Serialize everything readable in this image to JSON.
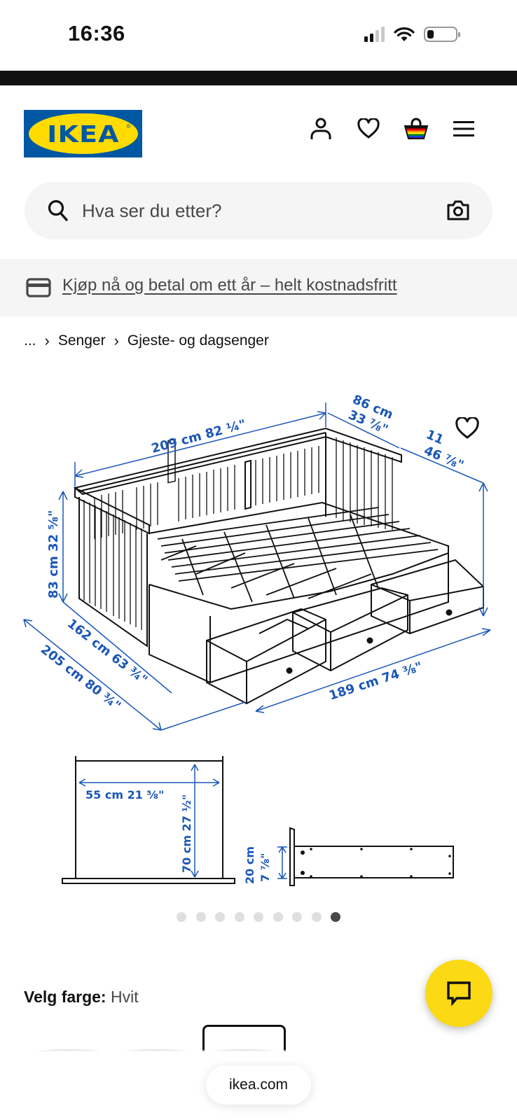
{
  "status_bar": {
    "time": "16:36",
    "signal_bars_active": 2,
    "signal_bars_total": 4,
    "wifi": "wifi-icon",
    "battery": "low"
  },
  "header": {
    "logo_text": "IKEA",
    "logo_colors": {
      "blue": "#0058a3",
      "yellow": "#ffdb00"
    },
    "icons": [
      "user-icon",
      "heart-icon",
      "shopping-bag-icon",
      "menu-icon"
    ]
  },
  "search": {
    "placeholder": "Hva ser du etter?",
    "value": ""
  },
  "promo": {
    "icon": "credit-card-icon",
    "link_text": "Kjøp nå og betal om ett år – helt kostnadsfritt"
  },
  "breadcrumb": {
    "items": [
      "...",
      "Senger",
      "Gjeste- og dagsenger"
    ]
  },
  "product_image": {
    "alt": "Dimension drawing of daybed with three drawers",
    "dimension_color": "#1a56b8",
    "dimensions": {
      "length": "209 cm 82 ¼\"",
      "depth": "86 cm",
      "depth_in": "33 ⅞\"",
      "extended_depth": "11…",
      "extended_depth_in": "46 ⅞\"",
      "height": "83 cm 32 ⅝\"",
      "inner_width": "162 cm 63 ¾\"",
      "outer_width": "205 cm 80 ¾\"",
      "bed_length": "189 cm 74 ⅜\"",
      "drawer_width": "55 cm 21 ⅝\"",
      "drawer_depth": "70 cm 27 ½\"",
      "leg_height_cm": "20 cm",
      "leg_height_in": "7 ⅞\""
    }
  },
  "carousel": {
    "total": 9,
    "active_index": 8
  },
  "color_picker": {
    "label": "Velg farge:",
    "value": "Hvit"
  },
  "chat": {
    "icon": "chat-icon",
    "color": "#fbd914"
  },
  "browser": {
    "url": "ikea.com"
  }
}
